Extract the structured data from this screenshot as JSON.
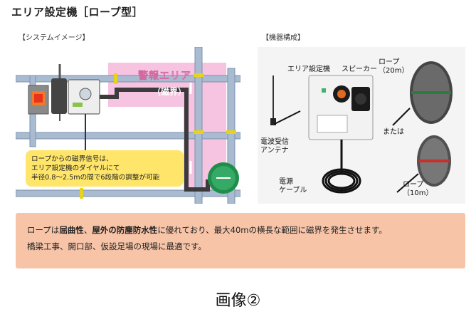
{
  "title": "エリア設定機［ロープ型］",
  "sections": {
    "system": "【システムイメージ】",
    "equipment": "【機器構成】"
  },
  "diagram": {
    "warning_label": "警報エリア",
    "warning_sub": "（磁界）",
    "callout": [
      "ロープからの磁界信号は、",
      "エリア設定機のダイヤルにて",
      "半径0.8〜2.5mの間で6段階の調整が可能"
    ],
    "colors": {
      "pipe": "#8fa4bd",
      "clamp": "#e7d21e",
      "area": "#f5b9dc",
      "rope": "#3b3b3b",
      "reel": "#1e8f4a"
    }
  },
  "equipment": {
    "area_unit": "エリア設定機",
    "speaker": "スピーカー",
    "antenna": [
      "電波受信",
      "アンテナ"
    ],
    "power_cable": [
      "電源",
      "ケーブル"
    ],
    "rope_20": [
      "ロープ",
      "（20m）"
    ],
    "or": "または",
    "rope_10": [
      "ロープ",
      "（10m）"
    ]
  },
  "description": {
    "line1_parts": [
      "ロープは",
      "屈曲性",
      "、",
      "屋外の防塵防水性",
      "に優れており、最大40mの横長な範囲に磁界を発生させます。"
    ],
    "line2": "橋梁工事、開口部、仮設足場の現場に最適です。"
  },
  "caption": "画像②"
}
